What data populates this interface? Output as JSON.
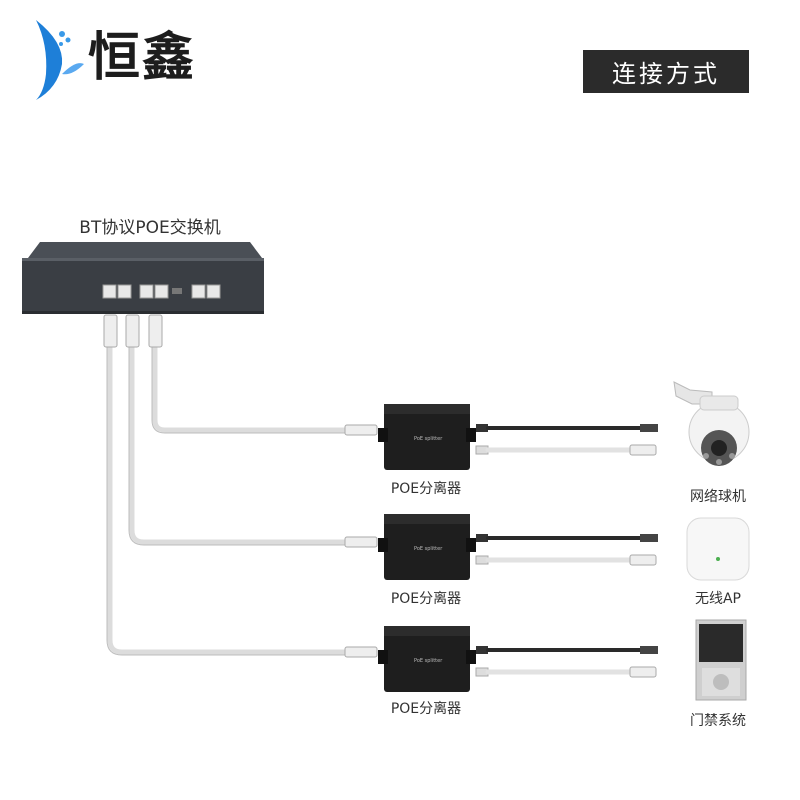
{
  "brand": {
    "name": "恒鑫",
    "logo_icon": "blue-swirl-logo-icon"
  },
  "header": {
    "title": "连接方式"
  },
  "switch": {
    "label": "BT协议POE交换机"
  },
  "splitters": [
    {
      "caption": "POE分离器"
    },
    {
      "caption": "POE分离器"
    },
    {
      "caption": "POE分离器"
    }
  ],
  "devices": [
    {
      "caption": "网络球机",
      "icon": "dome-camera-icon"
    },
    {
      "caption": "无线AP",
      "icon": "wireless-ap-icon"
    },
    {
      "caption": "门禁系统",
      "icon": "access-control-panel-icon"
    }
  ],
  "colors": {
    "title_bg": "#2b2b2b",
    "cable": "#e4e4e4",
    "splitter": "#1e1e1e"
  }
}
